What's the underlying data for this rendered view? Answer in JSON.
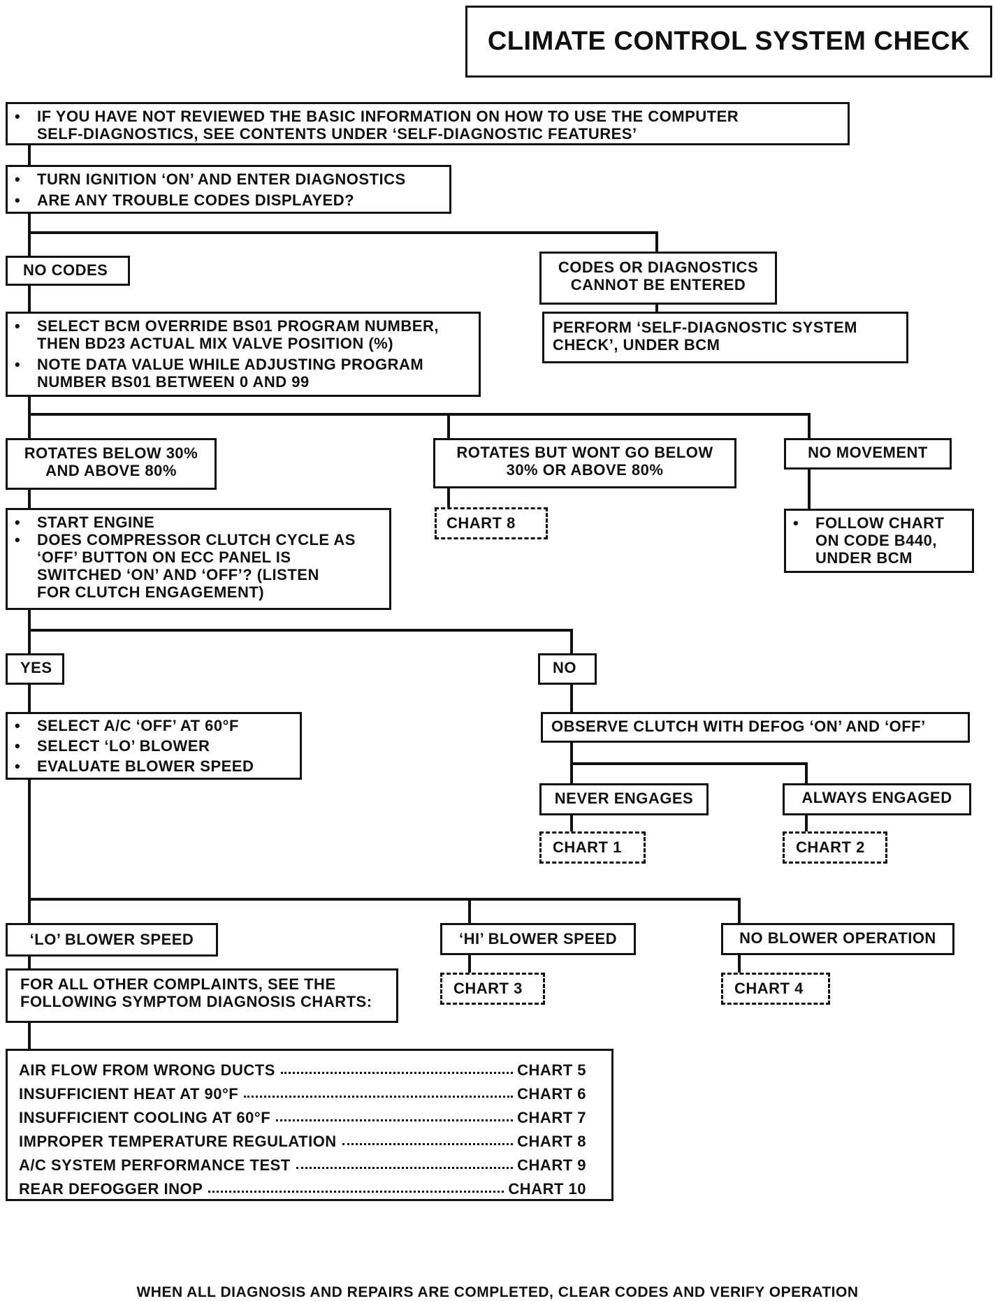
{
  "title": "CLIMATE CONTROL SYSTEM CHECK",
  "intro": {
    "line1": "IF YOU HAVE NOT REVIEWED THE BASIC INFORMATION ON HOW TO USE THE COMPUTER",
    "line2": "SELF-DIAGNOSTICS, SEE CONTENTS UNDER ‘SELF-DIAGNOSTIC FEATURES’"
  },
  "step1": {
    "bullet1": "TURN IGNITION ‘ON’ AND ENTER DIAGNOSTICS",
    "bullet2": "ARE ANY TROUBLE CODES DISPLAYED?"
  },
  "no_codes": "NO CODES",
  "codes_not_entered": {
    "line1": "CODES OR DIAGNOSTICS",
    "line2": "CANNOT BE ENTERED"
  },
  "perform_check": {
    "line1": "PERFORM  ‘SELF-DIAGNOSTIC SYSTEM",
    "line2": "CHECK’, UNDER BCM"
  },
  "step2": {
    "b1l1": "SELECT BCM OVERRIDE BS01 PROGRAM NUMBER,",
    "b1l2": "THEN BD23 ACTUAL MIX VALVE POSITION (%)",
    "b2l1": "NOTE DATA VALUE WHILE ADJUSTING PROGRAM",
    "b2l2": "NUMBER BS01 BETWEEN 0 AND 99"
  },
  "rotates_ok": {
    "line1": "ROTATES BELOW 30%",
    "line2": "AND ABOVE 80%"
  },
  "rotates_limited": {
    "line1": "ROTATES BUT WONT GO BELOW",
    "line2": "30% OR ABOVE 80%"
  },
  "no_movement": "NO MOVEMENT",
  "chart8_ref": "CHART 8",
  "follow_chart": {
    "line1": "FOLLOW CHART",
    "line2": "ON CODE B440,",
    "line3": "UNDER BCM"
  },
  "step3": {
    "b1": "START ENGINE",
    "b2l1": "DOES COMPRESSOR CLUTCH CYCLE AS",
    "b2l2": "‘OFF’ BUTTON ON ECC PANEL IS",
    "b2l3": "SWITCHED ‘ON’ AND ‘OFF’? (LISTEN",
    "b2l4": "FOR CLUTCH ENGAGEMENT)"
  },
  "yes": "YES",
  "no": "NO",
  "step4": {
    "b1": "SELECT A/C ‘OFF’ AT 60°F",
    "b2": "SELECT ‘LO’ BLOWER",
    "b3": "EVALUATE BLOWER SPEED"
  },
  "observe_clutch": "OBSERVE CLUTCH WITH DEFOG ‘ON’ AND ‘OFF’",
  "never_engages": "NEVER ENGAGES",
  "always_engaged": "ALWAYS ENGAGED",
  "chart1_ref": "CHART 1",
  "chart2_ref": "CHART 2",
  "lo_blower": "‘LO’ BLOWER SPEED",
  "hi_blower": "‘HI’ BLOWER SPEED",
  "no_blower": "NO BLOWER OPERATION",
  "chart3_ref": "CHART 3",
  "chart4_ref": "CHART 4",
  "other_complaints": {
    "line1": "FOR ALL OTHER COMPLAINTS, SEE THE",
    "line2": "FOLLOWING SYMPTOM DIAGNOSIS CHARTS:"
  },
  "symptom_charts": [
    {
      "label": "AIR FLOW FROM WRONG DUCTS",
      "chart": "CHART 5"
    },
    {
      "label": "INSUFFICIENT HEAT AT 90°F",
      "chart": "CHART 6"
    },
    {
      "label": "INSUFFICIENT COOLING AT 60°F",
      "chart": "CHART 7"
    },
    {
      "label": "IMPROPER TEMPERATURE REGULATION",
      "chart": "CHART 8"
    },
    {
      "label": "A/C SYSTEM PERFORMANCE TEST",
      "chart": "CHART 9"
    },
    {
      "label": "REAR DEFOGGER INOP",
      "chart": "CHART 10"
    }
  ],
  "footer": "WHEN ALL DIAGNOSIS AND REPAIRS ARE COMPLETED, CLEAR CODES AND VERIFY OPERATION"
}
